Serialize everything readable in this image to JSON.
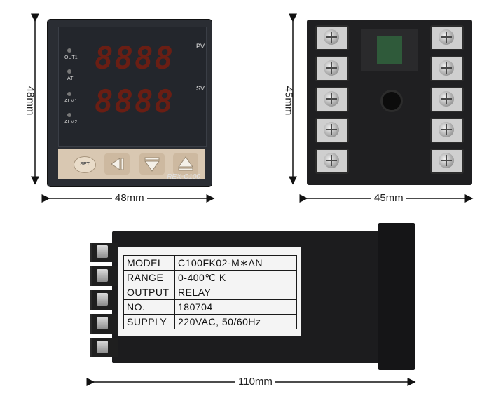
{
  "dimensions": {
    "front_height": "48mm",
    "front_width": "48mm",
    "back_height": "45mm",
    "back_width": "45mm",
    "side_length": "110mm"
  },
  "front_panel": {
    "indicators": [
      "OUT1",
      "AT",
      "ALM1",
      "ALM2"
    ],
    "pv_label": "PV",
    "sv_label": "SV",
    "pv_display": "8888",
    "sv_display": "8888",
    "set_key": "SET",
    "model_text": "REX-C100"
  },
  "spec_label": {
    "rows": [
      {
        "key": "MODEL",
        "value": "C100FK02-M∗AN"
      },
      {
        "key": "RANGE",
        "value": "0-400℃    K"
      },
      {
        "key": "OUTPUT",
        "value": "RELAY"
      },
      {
        "key": "NO.",
        "value": "180704"
      },
      {
        "key": "SUPPLY",
        "value": "220VAC, 50/60Hz"
      }
    ]
  },
  "colors": {
    "display_digit": "#6a1e14",
    "keypad": "#d9c8b2",
    "housing": "#1c1c1e"
  }
}
